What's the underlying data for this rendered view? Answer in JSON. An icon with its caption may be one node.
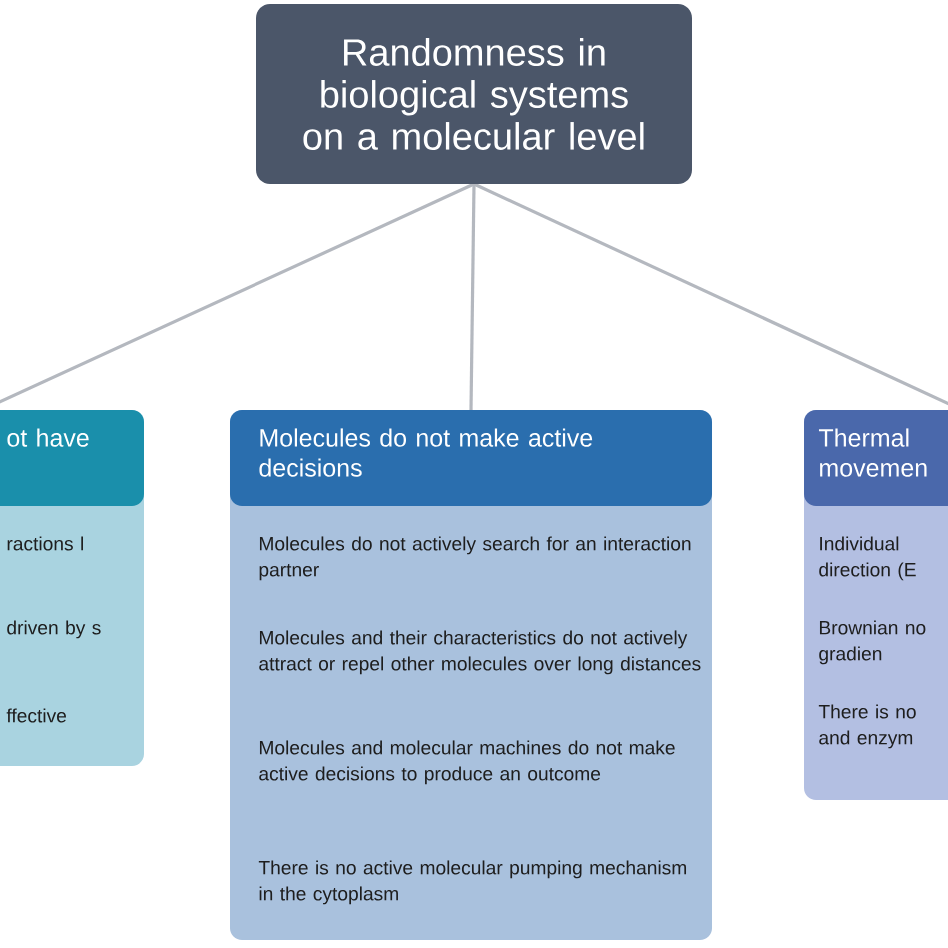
{
  "diagram": {
    "nodes": [
      {
        "text": [
          "Randomness in biological systems on a molecular level"
        ]
      },
      {
        "text": [
          "ot have",
          "ractions l",
          "driven by s",
          "ffective"
        ]
      },
      {
        "text": [
          "Molecules do not make active decisions",
          "Molecules do not actively search for an interaction partner",
          "Molecules and their characteristics do not actively attract or repel other molecules over long distances",
          "Molecules and molecular machines do not make active decisions to produce an outcome",
          "There is no active molecular pumping mechanism in the cytoplasm"
        ]
      },
      {
        "text": [
          "Thermal movemen",
          "Individual direction (E",
          "Brownian no gradien",
          "There is no and enzym"
        ]
      }
    ],
    "edges": [
      {
        "from": 0,
        "to": 1,
        "arrow": "none"
      },
      {
        "from": 0,
        "to": 2,
        "arrow": "none"
      },
      {
        "from": 0,
        "to": 3,
        "arrow": "none"
      }
    ]
  }
}
